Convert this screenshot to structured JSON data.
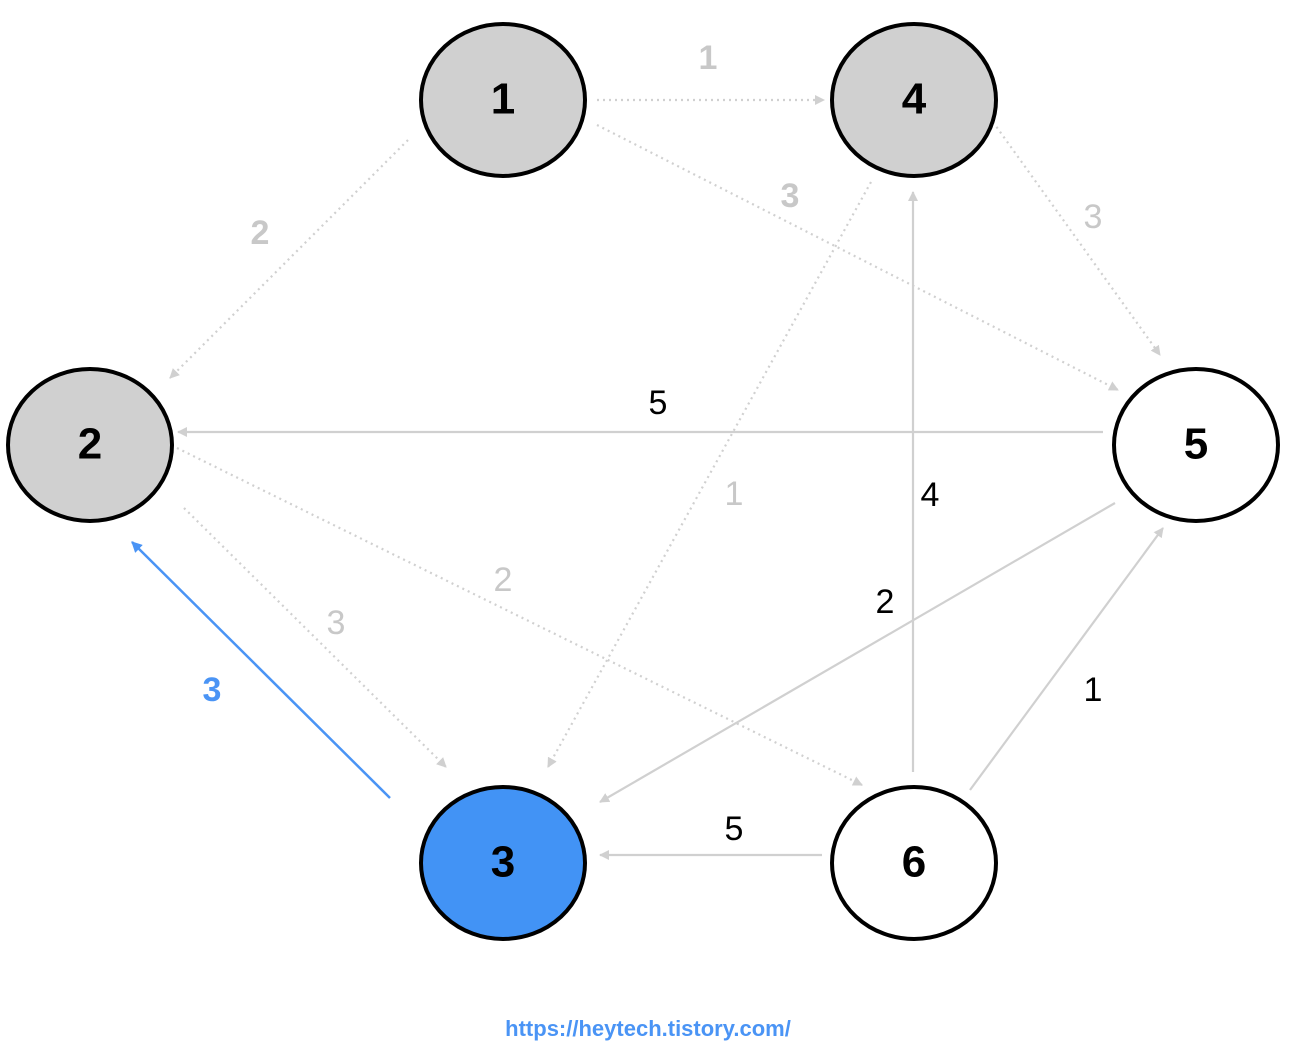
{
  "colors": {
    "node_visited": "#d0d0d0",
    "node_current": "#4293f5",
    "node_unvisited": "#ffffff",
    "node_border": "#000000",
    "edge_inactive": "#d0d0d0",
    "edge_active": "#4a94f5",
    "label_inactive": "#c8c8c8",
    "label_active_text": "#000000",
    "label_highlight": "#4a94f5"
  },
  "nodes": [
    {
      "id": "1",
      "label": "1",
      "state": "visited"
    },
    {
      "id": "2",
      "label": "2",
      "state": "visited"
    },
    {
      "id": "3",
      "label": "3",
      "state": "current"
    },
    {
      "id": "4",
      "label": "4",
      "state": "visited"
    },
    {
      "id": "5",
      "label": "5",
      "state": "unvisited"
    },
    {
      "id": "6",
      "label": "6",
      "state": "unvisited"
    }
  ],
  "edges": [
    {
      "id": "1-4",
      "from": "1",
      "to": "4",
      "weight": "1",
      "style": "dotted",
      "label_style": "inactive-bold"
    },
    {
      "id": "1-5",
      "from": "1",
      "to": "5",
      "weight": "3",
      "style": "dotted",
      "label_style": "inactive-bold"
    },
    {
      "id": "1-2",
      "from": "1",
      "to": "2",
      "weight": "2",
      "style": "dotted",
      "label_style": "inactive-bold"
    },
    {
      "id": "4-5",
      "from": "4",
      "to": "5",
      "weight": "3",
      "style": "dotted",
      "label_style": "inactive"
    },
    {
      "id": "4-3",
      "from": "4",
      "to": "3",
      "weight": "1",
      "style": "dotted",
      "label_style": "inactive"
    },
    {
      "id": "2-3",
      "from": "2",
      "to": "3",
      "weight": "3",
      "style": "dotted",
      "label_style": "inactive"
    },
    {
      "id": "2-6",
      "from": "2",
      "to": "6",
      "weight": "2",
      "style": "dotted",
      "label_style": "inactive"
    },
    {
      "id": "5-2",
      "from": "5",
      "to": "2",
      "weight": "5",
      "style": "solid",
      "label_style": "text"
    },
    {
      "id": "5-3",
      "from": "5",
      "to": "3",
      "weight": "2",
      "style": "solid",
      "label_style": "text"
    },
    {
      "id": "6-4",
      "from": "6",
      "to": "4",
      "weight": "4",
      "style": "solid",
      "label_style": "text"
    },
    {
      "id": "6-5",
      "from": "6",
      "to": "5",
      "weight": "1",
      "style": "solid",
      "label_style": "text"
    },
    {
      "id": "6-3",
      "from": "6",
      "to": "3",
      "weight": "5",
      "style": "solid",
      "label_style": "text"
    },
    {
      "id": "3-2",
      "from": "3",
      "to": "2",
      "weight": "3",
      "style": "highlight",
      "label_style": "highlight"
    }
  ],
  "watermark": "https://heytech.tistory.com/"
}
